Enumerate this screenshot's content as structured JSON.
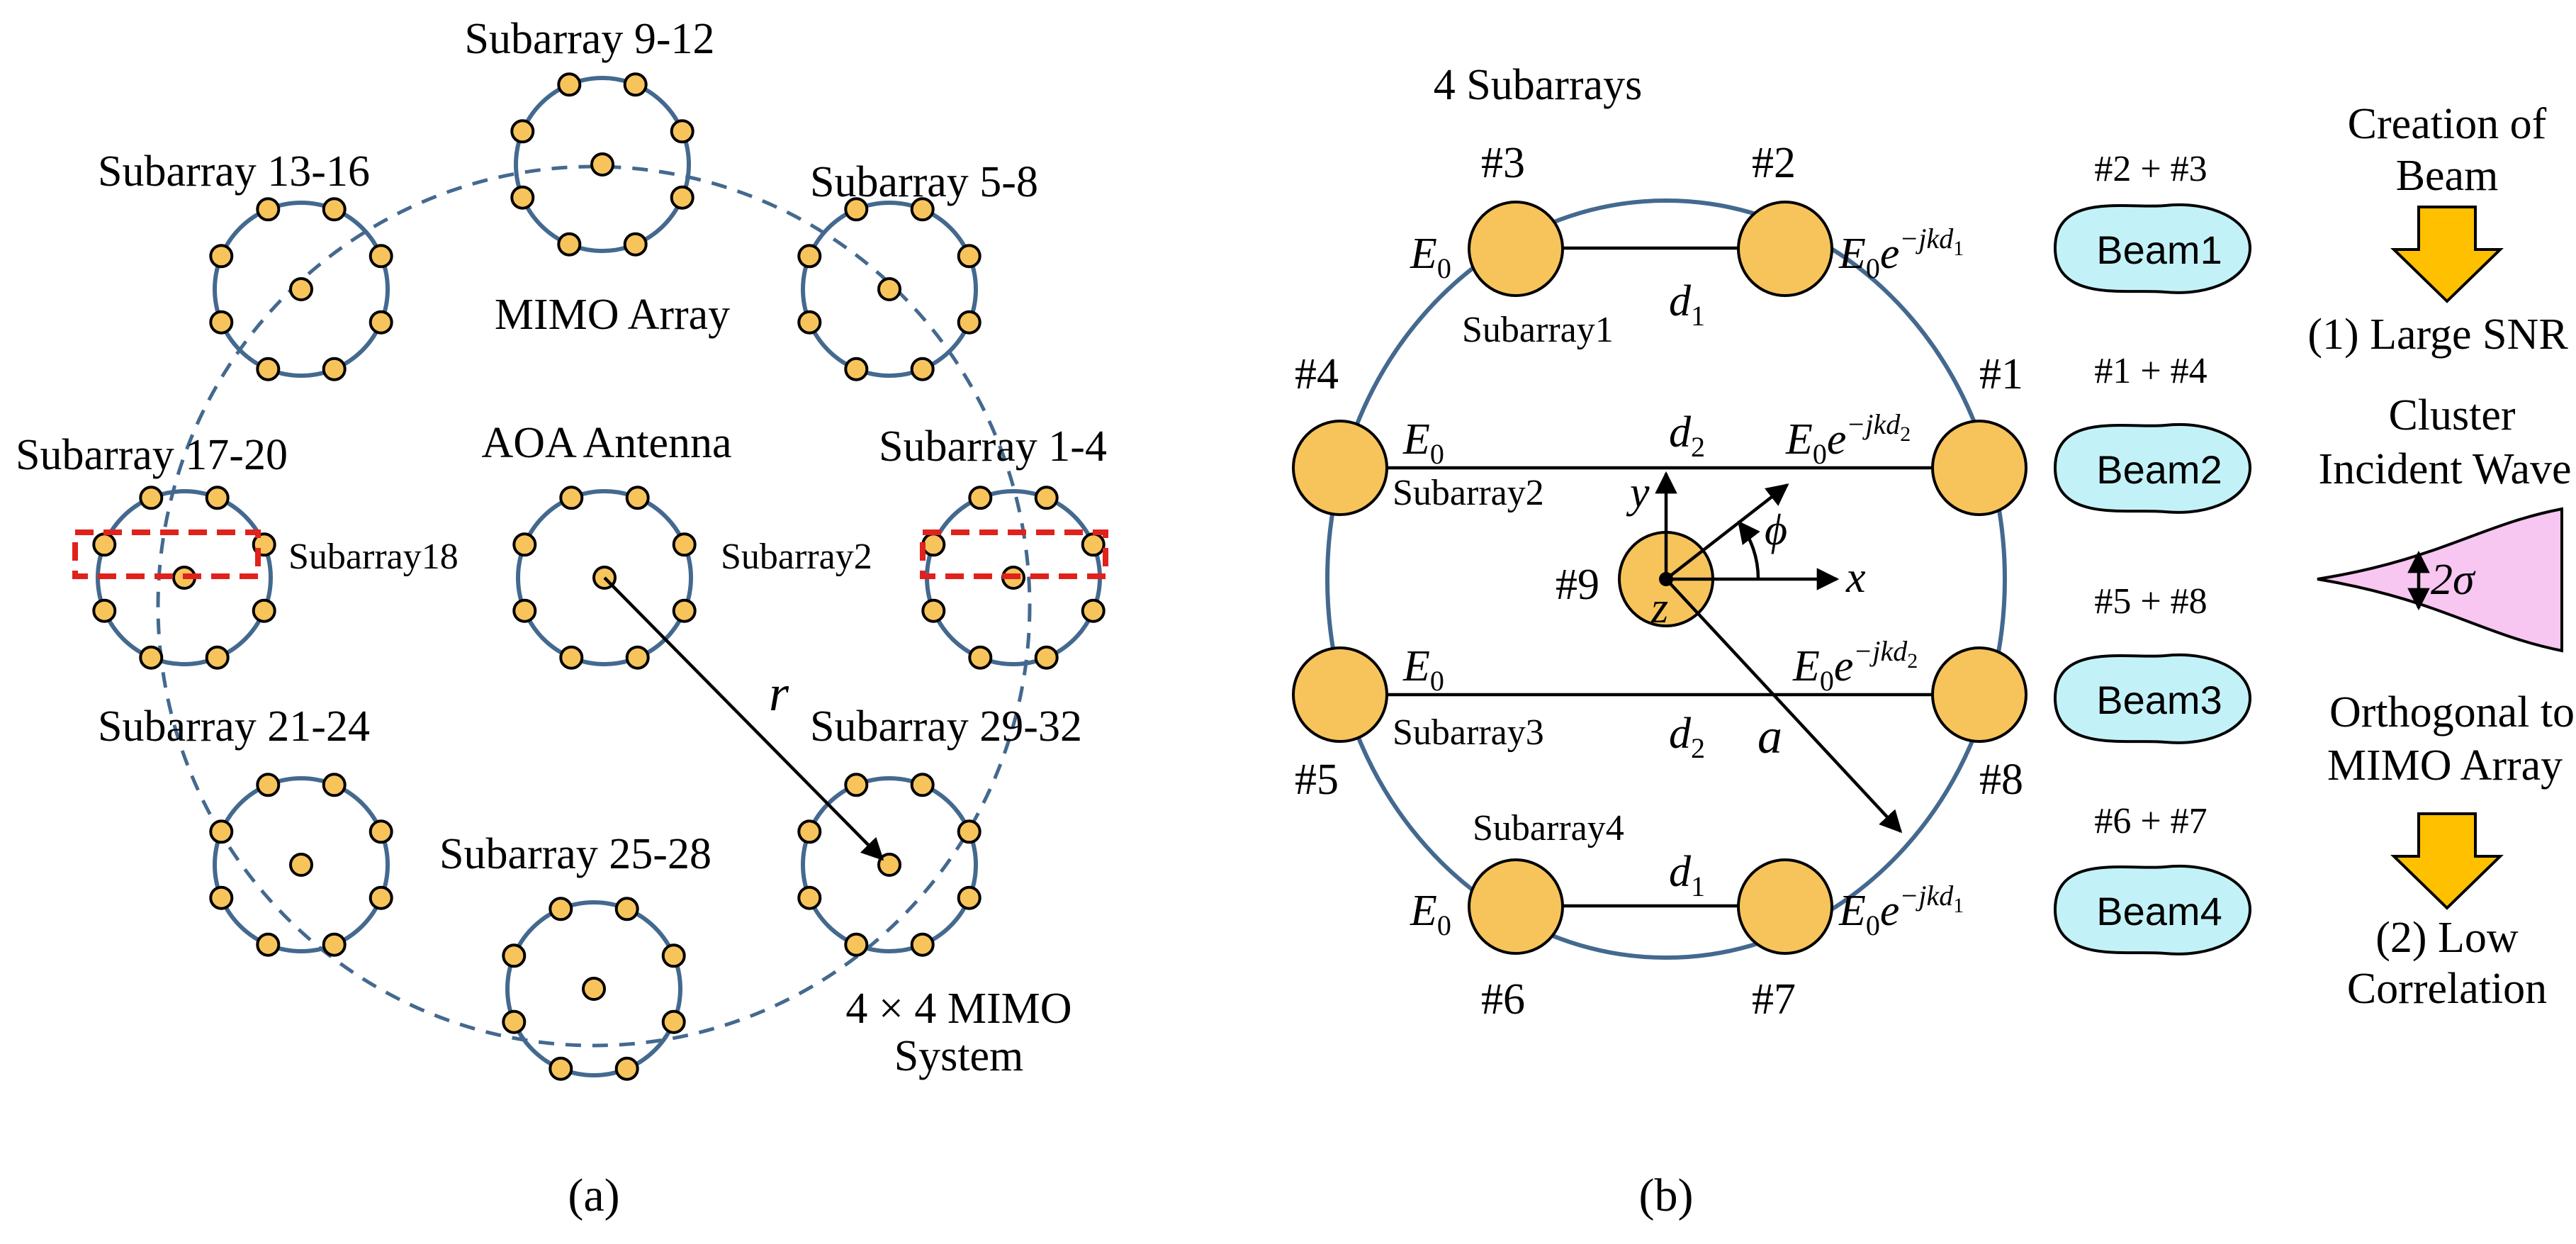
{
  "panel_a": {
    "caption": "(a)",
    "subarray_labels": [
      "Subarray 9-12",
      "Subarray 13-16",
      "Subarray 5-8",
      "Subarray 17-20",
      "Subarray 1-4",
      "Subarray 21-24",
      "Subarray 29-32",
      "Subarray 25-28"
    ],
    "mimo_array": "MIMO Array",
    "aoa_antenna": "AOA Antenna",
    "subarray18": "Subarray18",
    "subarray2": "Subarray2",
    "radius": "r",
    "system_line1": "4 × 4 MIMO",
    "system_line2": "System"
  },
  "panel_b": {
    "caption": "(b)",
    "title": "4 Subarrays",
    "ports": [
      "#1",
      "#2",
      "#3",
      "#4",
      "#5",
      "#6",
      "#7",
      "#8",
      "#9"
    ],
    "e0": "E",
    "e0_sub": "0",
    "e0_exp": "e",
    "exp_d1_main": "−jkd",
    "exp_d1_sub": "1",
    "exp_d2_main": "−jkd",
    "exp_d2_sub": "2",
    "d": "d",
    "d1_sub": "1",
    "d2_sub": "2",
    "subarray_names": [
      "Subarray1",
      "Subarray2",
      "Subarray3",
      "Subarray4"
    ],
    "axis_x": "x",
    "axis_y": "y",
    "axis_z": "z",
    "phi": "ϕ",
    "radius": "a",
    "beam_combos": [
      "#2 + #3",
      "#1 + #4",
      "#5 + #8",
      "#6 + #7"
    ],
    "beams": [
      "Beam1",
      "Beam2",
      "Beam3",
      "Beam4"
    ]
  },
  "right_column": {
    "creation_line1": "Creation of",
    "creation_line2": "Beam",
    "large_snr": "(1) Large SNR",
    "cluster_line1": "Cluster",
    "cluster_line2": "Incident Wave",
    "sigma": "2σ",
    "orth_line1": "Orthogonal to",
    "orth_line2": "MIMO Array",
    "low_line1": "(2) Low",
    "low_line2": "Correlation"
  },
  "colors": {
    "element_fill": "#f7c45c",
    "ring": "#44698f",
    "red_box": "#e0211c",
    "beam_fill": "#c2f2f8",
    "cluster_fill": "#f7c6f1",
    "arrow_fill": "#ffc000"
  }
}
